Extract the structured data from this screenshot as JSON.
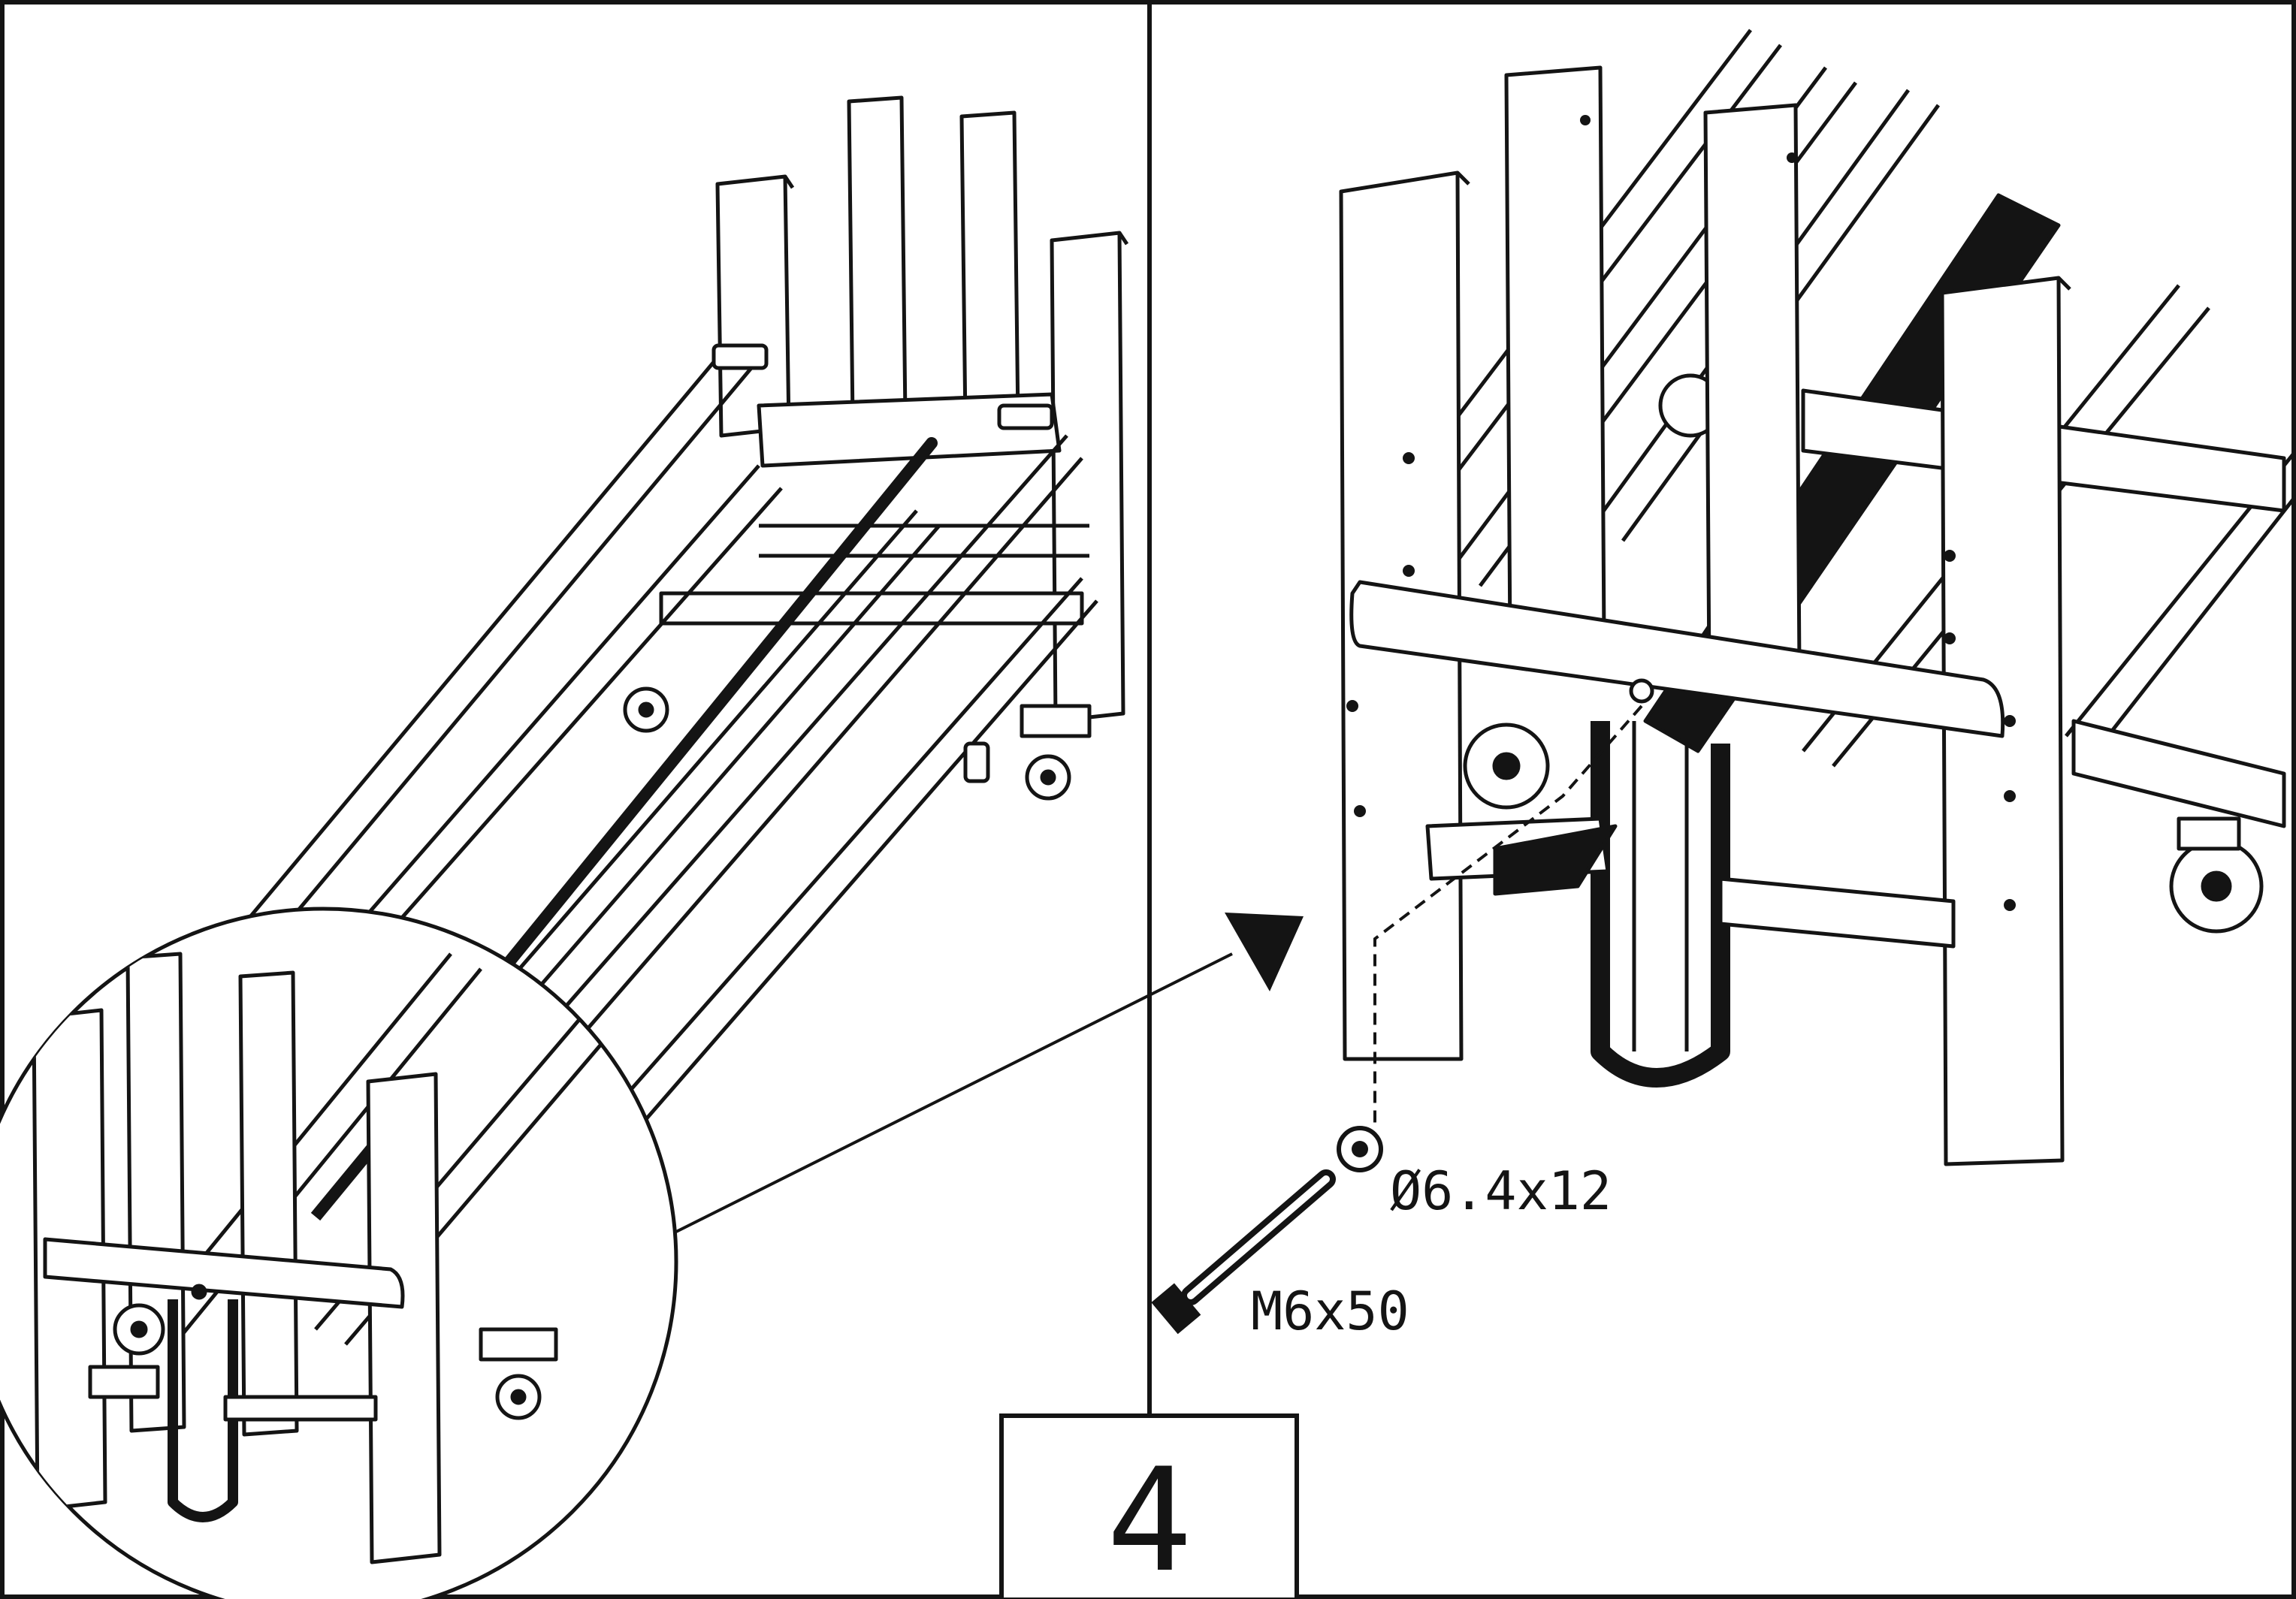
{
  "parts": {
    "washer_label": "Ø6.4x12",
    "bolt_label": "M6x50"
  },
  "step": {
    "number": "4"
  },
  "colors": {
    "ink": "#141414",
    "paper": "#ffffff",
    "tint": "#f4f4f4"
  }
}
